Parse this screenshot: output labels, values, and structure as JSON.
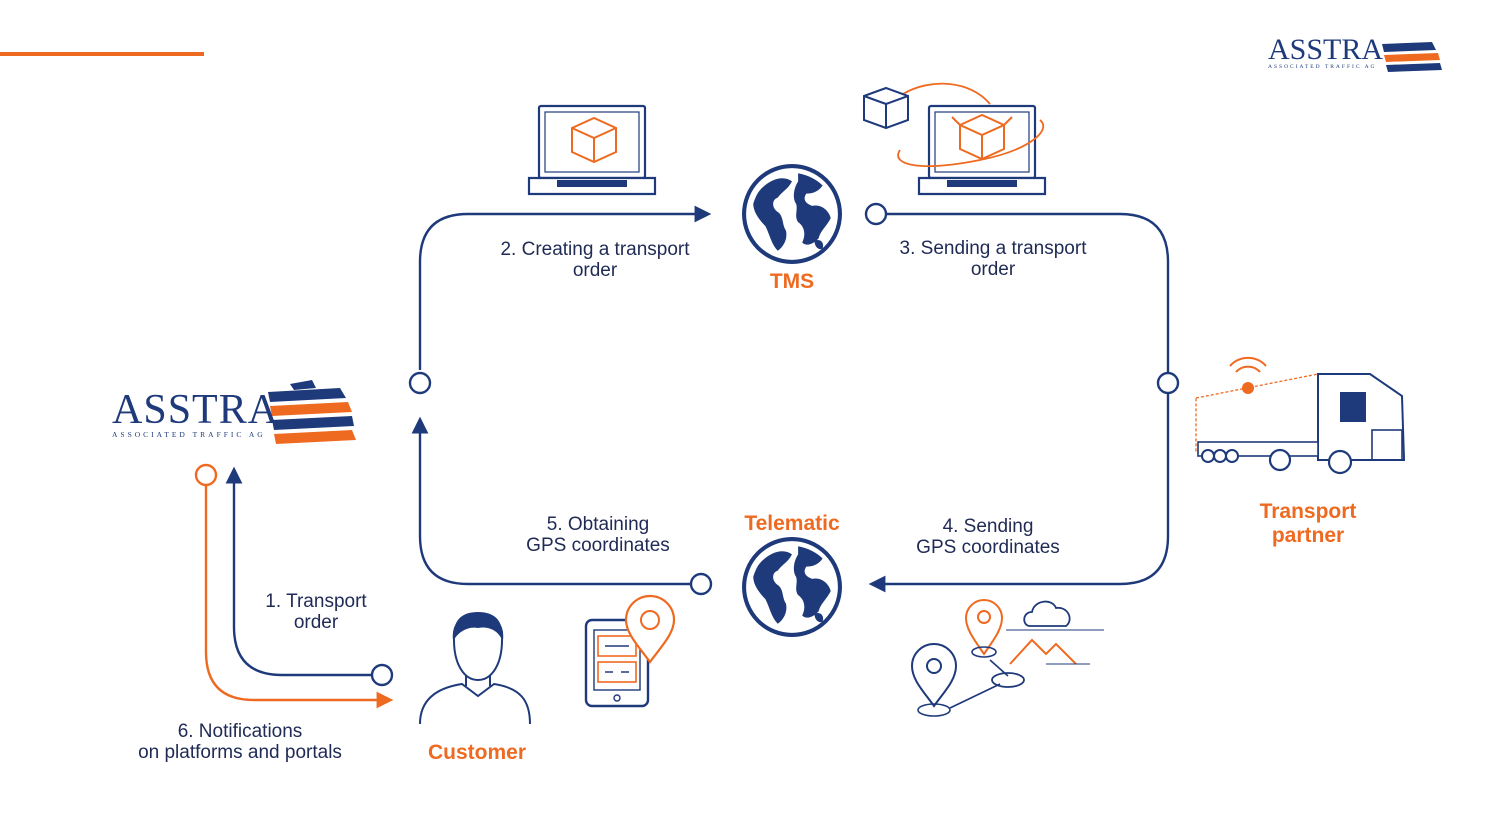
{
  "colors": {
    "navy": "#1e3a7b",
    "orange": "#ef6a21",
    "text": "#1f2a55"
  },
  "logo": {
    "wordmark": "ASSTRA",
    "tagline": "ASSOCIATED TRAFFIC AG"
  },
  "nodes": {
    "tms": "TMS",
    "telematic": "Telematic",
    "transport_partner_line1": "Transport",
    "transport_partner_line2": "partner",
    "customer": "Customer"
  },
  "steps": {
    "s1_line1": "1. Transport",
    "s1_line2": "order",
    "s2_line1": "2. Creating a transport",
    "s2_line2": "order",
    "s3_line1": "3. Sending a transport",
    "s3_line2": "order",
    "s4_line1": "4. Sending",
    "s4_line2": "GPS coordinates",
    "s5_line1": "5. Obtaining",
    "s5_line2": "GPS coordinates",
    "s6_line1": "6. Notifications",
    "s6_line2": "on platforms and portals"
  },
  "icons": [
    "laptop-box-icon",
    "laptop-send-box-icon",
    "globe-icon",
    "truck-icon",
    "smartphone-location-icon",
    "map-route-icon",
    "customer-icon"
  ]
}
